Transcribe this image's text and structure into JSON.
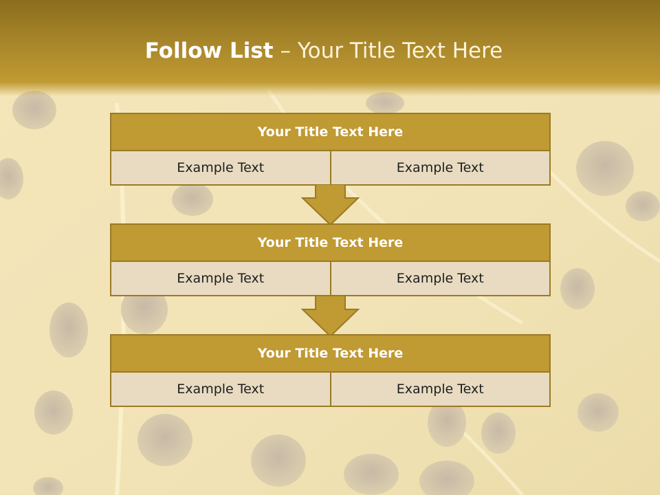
{
  "title": {
    "bold": "Follow List",
    "rest": " – Your Title Text Here"
  },
  "blocks": [
    {
      "title": "Your Title Text Here",
      "left": "Example Text",
      "right": "Example Text"
    },
    {
      "title": "Your Title Text Here",
      "left": "Example Text",
      "right": "Example Text"
    },
    {
      "title": "Your Title Text Here",
      "left": "Example Text",
      "right": "Example Text"
    }
  ],
  "colors": {
    "accent": "#c09a32",
    "border": "#9a7a24",
    "cell": "#e8dbc1",
    "background": "#f3e6b8"
  }
}
